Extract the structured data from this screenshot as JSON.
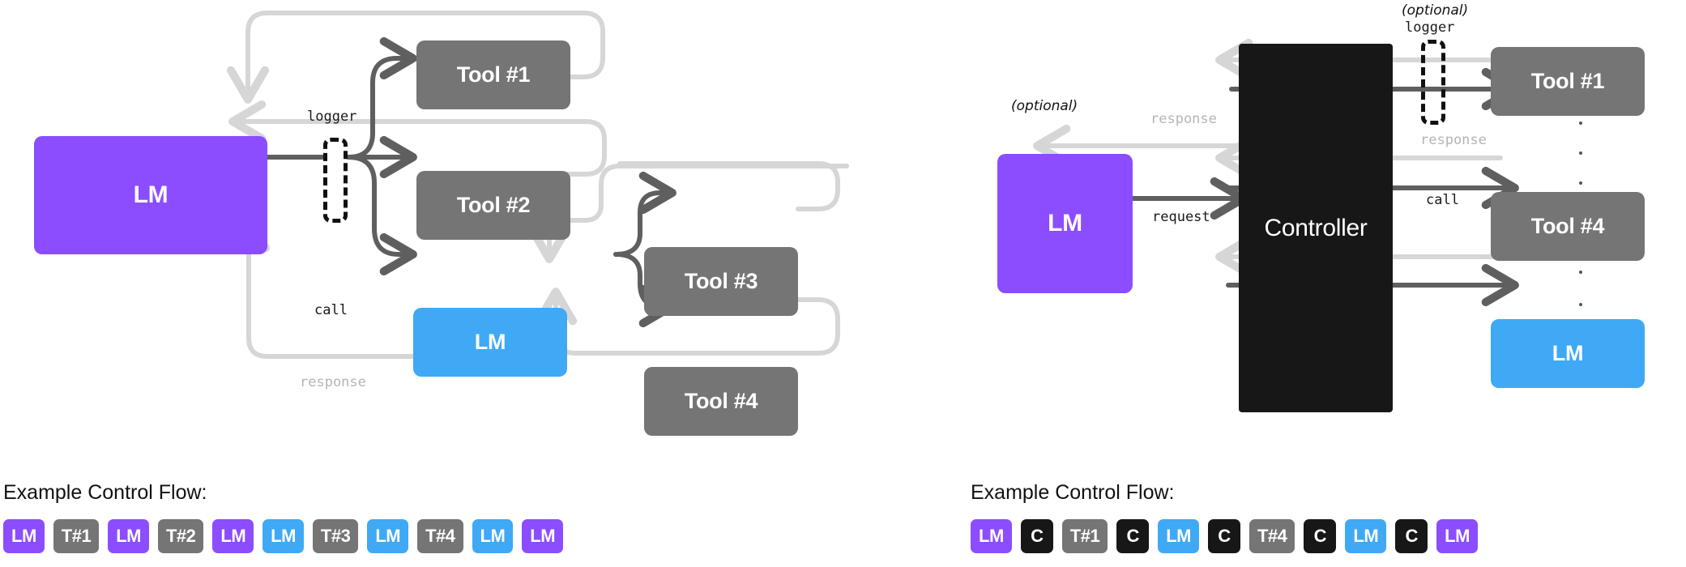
{
  "colors": {
    "purple": "#8B4DFF",
    "gray": "#757575",
    "blue": "#3FA9F5",
    "black": "#171717",
    "arrow_dark": "#5F5F5F",
    "arrow_light": "#D6D6D6",
    "text_light": "#B4B4B4"
  },
  "left_diagram": {
    "nodes": {
      "lm_main": "LM",
      "tool1": "Tool #1",
      "tool2": "Tool #2",
      "lm_sub": "LM",
      "tool3": "Tool #3",
      "tool4": "Tool #4"
    },
    "labels": {
      "logger": "logger",
      "call": "call",
      "response": "response"
    },
    "legend": {
      "title": "Example Control Flow:",
      "chips": [
        {
          "label": "LM",
          "color": "purple"
        },
        {
          "label": "T#1",
          "color": "gray"
        },
        {
          "label": "LM",
          "color": "purple"
        },
        {
          "label": "T#2",
          "color": "gray"
        },
        {
          "label": "LM",
          "color": "purple"
        },
        {
          "label": "LM",
          "color": "blue"
        },
        {
          "label": "T#3",
          "color": "gray"
        },
        {
          "label": "LM",
          "color": "blue"
        },
        {
          "label": "T#4",
          "color": "gray"
        },
        {
          "label": "LM",
          "color": "blue"
        },
        {
          "label": "LM",
          "color": "purple"
        }
      ]
    }
  },
  "right_diagram": {
    "nodes": {
      "lm_main": "LM",
      "controller": "Controller",
      "tool1": "Tool #1",
      "tool4": "Tool #4",
      "lm_sub": "LM"
    },
    "labels": {
      "optional_lm": "(optional)",
      "optional_logger": "(optional)",
      "logger": "logger",
      "response_lm": "response",
      "request": "request",
      "response_tool": "response",
      "call": "call"
    },
    "legend": {
      "title": "Example Control Flow:",
      "chips": [
        {
          "label": "LM",
          "color": "purple"
        },
        {
          "label": "C",
          "color": "black"
        },
        {
          "label": "T#1",
          "color": "gray"
        },
        {
          "label": "C",
          "color": "black"
        },
        {
          "label": "LM",
          "color": "blue"
        },
        {
          "label": "C",
          "color": "black"
        },
        {
          "label": "T#4",
          "color": "gray"
        },
        {
          "label": "C",
          "color": "black"
        },
        {
          "label": "LM",
          "color": "blue"
        },
        {
          "label": "C",
          "color": "black"
        },
        {
          "label": "LM",
          "color": "purple"
        }
      ]
    }
  }
}
